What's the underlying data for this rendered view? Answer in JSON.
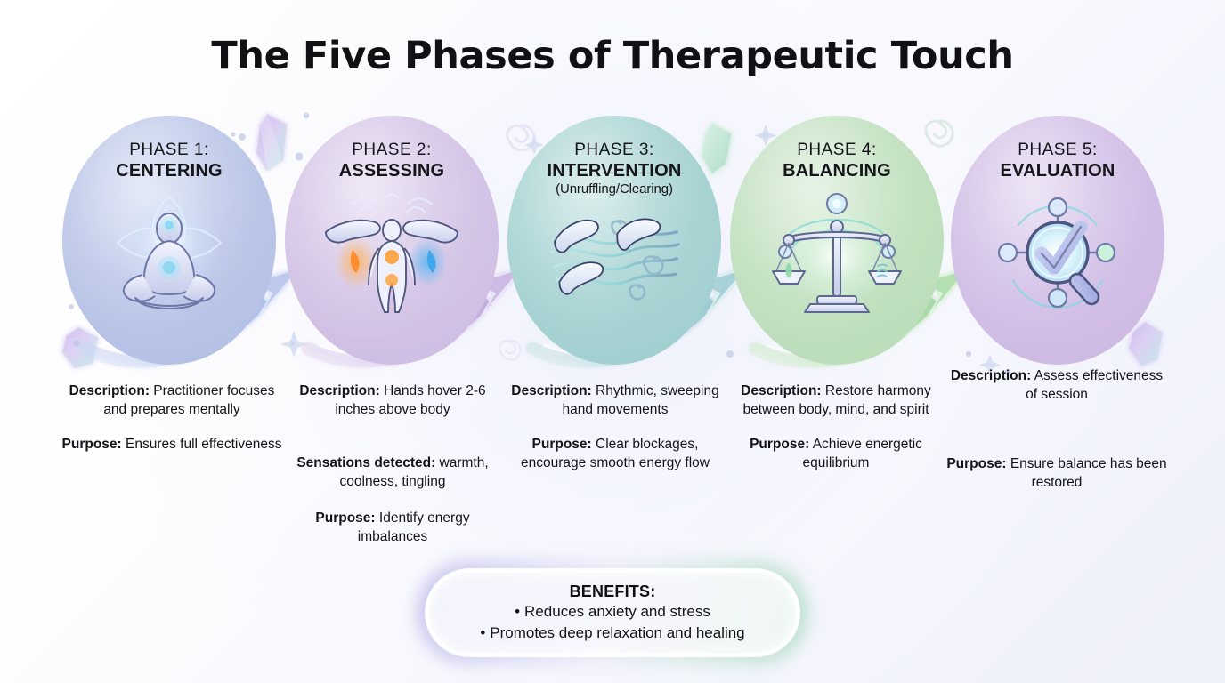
{
  "title": "The Five Phases of Therapeutic Touch",
  "background": {
    "base_color": "#ffffff",
    "tint_color": "#eef0fa"
  },
  "phases": [
    {
      "number_label": "PHASE 1:",
      "name": "CENTERING",
      "subtitle": "",
      "color": "#bcc7e8",
      "icon": "meditating-figure-icon",
      "text_blocks": [
        {
          "label": "Description:",
          "value": " Practitioner focuses and prepares mentally"
        },
        {
          "label": "Purpose:",
          "value": " Ensures full effectiveness"
        }
      ]
    },
    {
      "number_label": "PHASE 2:",
      "name": "ASSESSING",
      "subtitle": "",
      "color": "#d4c4e6",
      "icon": "hands-scanning-body-icon",
      "text_blocks": [
        {
          "label": "Description:",
          "value": " Hands hover 2-6 inches above body"
        },
        {
          "label": "Sensations detected:",
          "value": " warmth, coolness, tingling"
        },
        {
          "label": "Purpose:",
          "value": " Identify energy imbalances"
        }
      ]
    },
    {
      "number_label": "PHASE 3:",
      "name": "INTERVENTION",
      "subtitle": "(Unruffling/Clearing)",
      "color": "#a8d3d3",
      "icon": "sweeping-hands-waves-icon",
      "text_blocks": [
        {
          "label": "Description:",
          "value": " Rhythmic, sweeping hand movements"
        },
        {
          "label": "Purpose:",
          "value": " Clear blockages, encourage smooth energy flow"
        }
      ]
    },
    {
      "number_label": "PHASE 4:",
      "name": "BALANCING",
      "subtitle": "",
      "color": "#c1e0bf",
      "icon": "balance-scales-icon",
      "text_blocks": [
        {
          "label": "Description:",
          "value": " Restore harmony between body, mind, and spirit"
        },
        {
          "label": "Purpose:",
          "value": " Achieve energetic equilibrium"
        }
      ]
    },
    {
      "number_label": "PHASE 5:",
      "name": "EVALUATION",
      "subtitle": "",
      "color": "#d2bfe6",
      "icon": "magnifier-checkmark-icon",
      "text_blocks": [
        {
          "label": "Description:",
          "value": " Assess effectiveness of session"
        },
        {
          "label": "Purpose:",
          "value": " Ensure balance has been restored"
        }
      ]
    }
  ],
  "benefits": {
    "heading": "BENEFITS:",
    "items": [
      "Reduces anxiety and stress",
      "Promotes deep relaxation and healing"
    ],
    "bullet": "•",
    "glow_start_color": "#b9b5e8",
    "glow_end_color": "#a9d8c0"
  },
  "decorations": {
    "arrow_count": 4,
    "crystal_count": 4,
    "spiral_count": 4
  }
}
